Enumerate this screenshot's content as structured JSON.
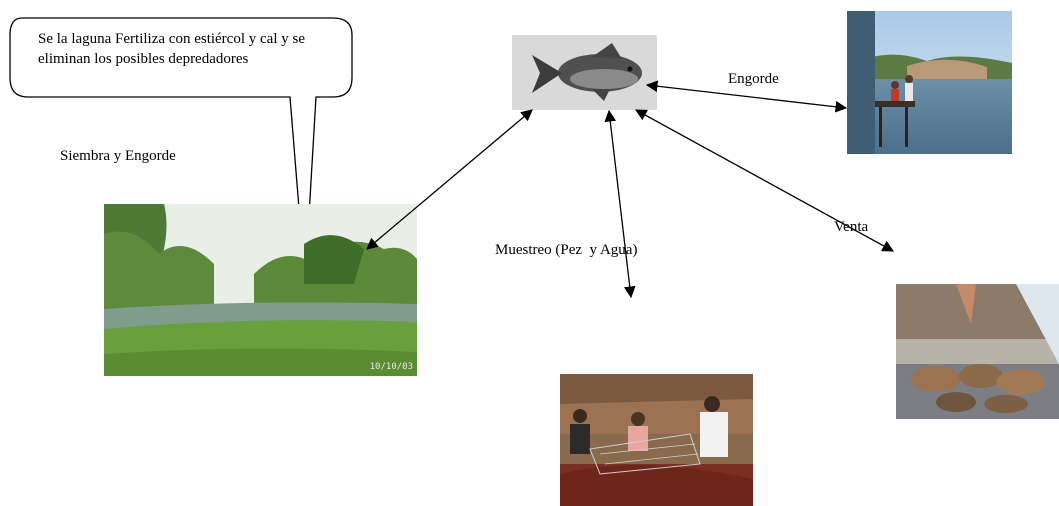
{
  "callout": {
    "text": "Se la laguna Fertiliza con estiércol y cal y se eliminan los posibles depredadores"
  },
  "labels": {
    "siembra": "Siembra y Engorde",
    "engorde": "Engorde",
    "venta": "Venta",
    "muestreo": "Muestreo (Pez  y Agua)"
  },
  "images": {
    "fish": "fish-photo",
    "pond": "pond-photo",
    "lake": "lake-dock-photo",
    "sampling": "sampling-net-photo",
    "market": "fish-market-photo",
    "camera_stamp": "10/10/03"
  }
}
